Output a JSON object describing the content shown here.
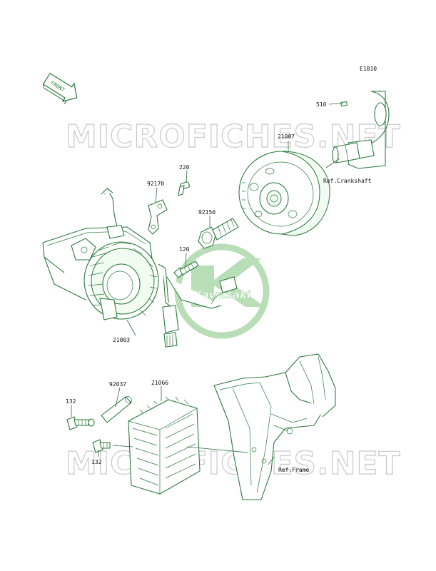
{
  "diagram": {
    "code": "E1810",
    "front_label": "FRONT",
    "watermark_text": "MICROFICHES.NET",
    "logo_text": "Kawasaki",
    "colors": {
      "line": "#2a7a3a",
      "watermark": "#c8c8c8",
      "logo": "#7fc47f",
      "text": "#111111"
    },
    "parts": {
      "p510": "510",
      "p21007": "21007",
      "p220": "220",
      "p92170": "92170",
      "p92150": "92150",
      "p120": "120",
      "p21003": "21003",
      "p92037": "92037",
      "p21066": "21066",
      "p132a": "132",
      "p132b": "132"
    },
    "refs": {
      "crankshaft": "Ref.Crankshaft",
      "frame": "Ref.Frame"
    }
  }
}
